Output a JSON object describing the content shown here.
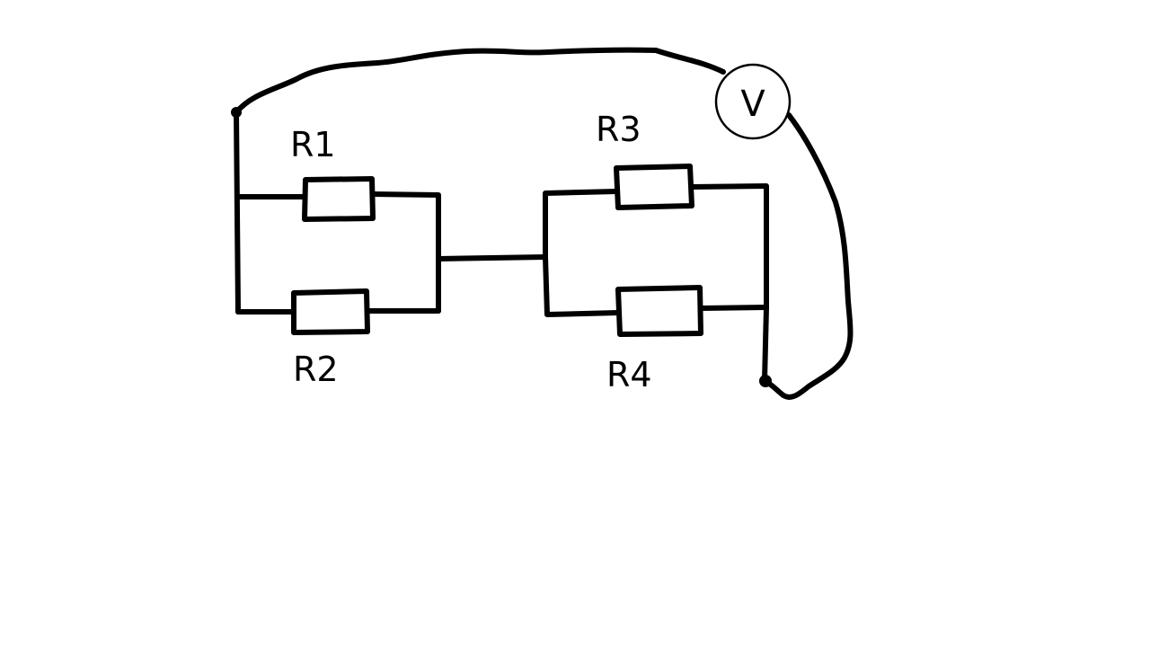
{
  "diagram": {
    "components": [
      {
        "id": "R1",
        "kind": "resistor",
        "label": "R1"
      },
      {
        "id": "R2",
        "kind": "resistor",
        "label": "R2"
      },
      {
        "id": "R3",
        "kind": "resistor",
        "label": "R3"
      },
      {
        "id": "R4",
        "kind": "resistor",
        "label": "R4"
      },
      {
        "id": "V",
        "kind": "voltmeter",
        "label": "V"
      }
    ],
    "topology": {
      "group_left": [
        "R1",
        "R2"
      ],
      "group_left_connection": "parallel",
      "group_right": [
        "R3",
        "R4"
      ],
      "group_right_connection": "parallel",
      "groups_connection": "series",
      "voltmeter_across": "whole circuit"
    },
    "colors": {
      "stroke": "#000000",
      "background": "#ffffff"
    }
  }
}
